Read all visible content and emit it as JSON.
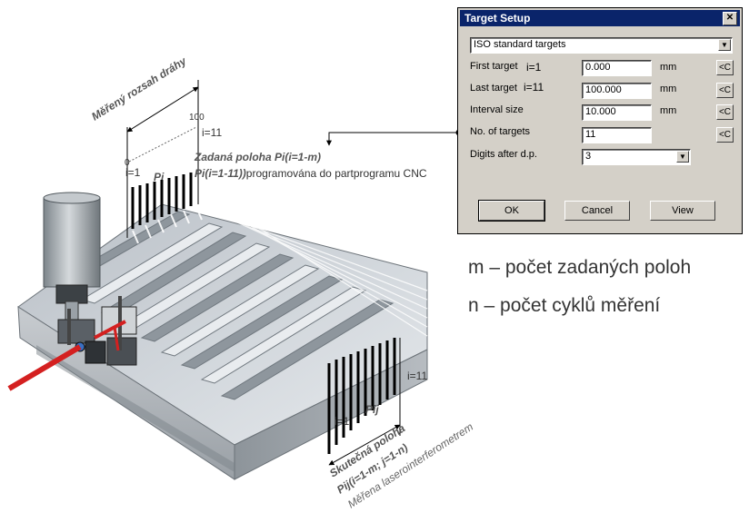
{
  "illustration": {
    "range_label": "Měřený rozsah dráhy",
    "tick_0": "0",
    "tick_100": "100",
    "top_i1": "i=1",
    "top_i11": "i=11",
    "top_pi": "Pi",
    "zadana_line1": "Zadaná poloha Pi(i=1-m)",
    "zadana_line2_bold": "Pi(i=1-11))",
    "zadana_line2_rest": "programována do partprogramu CNC",
    "bottom_i1": "i=1",
    "bottom_i11": "i=11",
    "bottom_pij": "Pij",
    "skutecna_line1": "Skutečná poloha",
    "skutecna_line2": "Pij(i=1-m; j=1-n)",
    "merena": "Měřena laserointerferometrem"
  },
  "dialog": {
    "title": "Target Setup",
    "close_glyph": "✕",
    "preset": "ISO standard targets",
    "first_target_label": "First target",
    "first_target_note": "i=1",
    "first_target_value": "0.000",
    "last_target_label": "Last target",
    "last_target_note": "i=11",
    "last_target_value": "100.000",
    "interval_label": "Interval size",
    "interval_value": "10.000",
    "num_targets_label": "No. of targets",
    "num_targets_value": "11",
    "digits_label": "Digits after d.p.",
    "digits_value": "3",
    "unit": "mm",
    "c_button": "<C",
    "ok_label": "OK",
    "cancel_label": "Cancel",
    "view_label": "View"
  },
  "notes": {
    "m": "m – počet zadaných poloh",
    "n": "n – počet cyklů měření"
  }
}
